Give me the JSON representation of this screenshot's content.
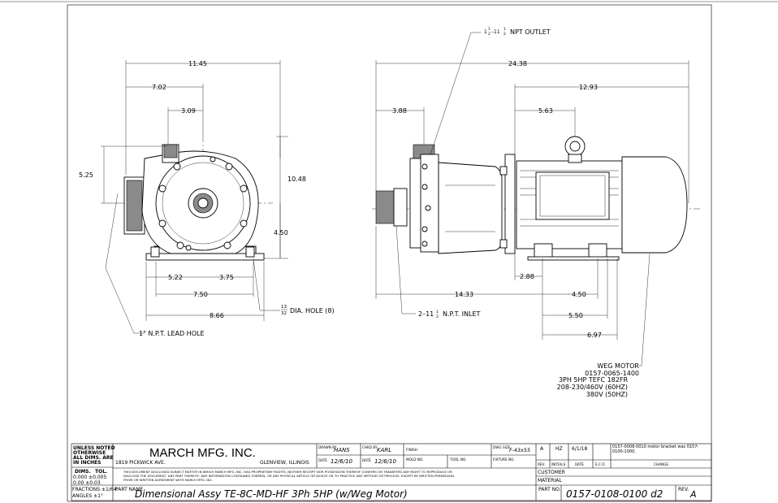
{
  "front_view": {
    "dim_overall_width": "11.45",
    "dim_left_to_center": "7.02",
    "dim_inlet_offset": "3.09",
    "dim_inlet_height": "5.25",
    "dim_overall_height": "10.48",
    "dim_center_height": "4.50",
    "dim_base_left": "5.22",
    "dim_base_right": "3.75",
    "dim_hole_span": "7.50",
    "dim_base_width": "8.66",
    "hole_fraction_num": "13",
    "hole_fraction_den": "32",
    "hole_note": "DIA. HOLE (8)",
    "lead_hole_note": "1\" N.P.T. LEAD HOLE"
  },
  "side_view": {
    "outlet_note_whole": "1",
    "outlet_note_num": "1",
    "outlet_note_den": "2",
    "outlet_note_mid": "–11",
    "outlet_note_num2": "1",
    "outlet_note_den2": "2",
    "outlet_note_tail": "NPT OUTLET",
    "dim_overall_length": "24.38",
    "dim_motor_length": "12.93",
    "dim_inlet_offset": "3.88",
    "dim_flange_offset": "5.63",
    "dim_inlet_to_foot": "14.33",
    "dim_foot_offset": "2.88",
    "dim_foot_span_a": "4.50",
    "dim_foot_span_b": "5.50",
    "dim_foot_span_c": "6.97",
    "inlet_note_prefix": "2–11",
    "inlet_note_num": "1",
    "inlet_note_den": "2",
    "inlet_note_tail": "N.P.T. INLET",
    "motor_notes": [
      "WEG MOTOR",
      "0157-0065-1400",
      "3PH 5HP TEFC 182FR",
      "208-230/460V (60HZ)",
      "380V (50HZ)"
    ]
  },
  "title_block": {
    "tolerance_header": [
      "UNLESS NOTED",
      "OTHERWISE",
      "ALL DIMS. ARE",
      "IN INCHES"
    ],
    "dims_label": "DIMS.",
    "tol_label": "TOL.",
    "tol_rows": [
      "0.000   ±0.005",
      "0.00    ±0.03"
    ],
    "fractions": "FRACTIONS ±1/64",
    "angles": "ANGLES  ±1°",
    "company": "MARCH MFG. INC.",
    "address": "1819 PICKWICK AVE.",
    "city": "GLENVIEW, ILLINOIS",
    "drawn_by_label": "DRAWN BY",
    "drawn_by": "HANS",
    "chkd_by_label": "CHKD BY",
    "chkd_by": "KARL",
    "date_label": "DATE",
    "drawn_date": "12/6/10",
    "chkd_date": "12/6/10",
    "finish_label": "FINISH",
    "mold_label": "MOLD NO.",
    "tool_label": "TOOL NO.",
    "dwg_size_label": "DWG SIZE",
    "dwg_size": "F-43x55",
    "fixture_label": "FIXTURE NO.",
    "proprietary_lines": [
      "THIS DOCUMENT DISCLOSED SUBJECT MATTER IN WHICH MARCH MFG. INC. HAS PROPRIETARY RIGHTS, NEITHER RECEIPT NOR POSSESSION THEREOF CONFERS OR TRANSFERS ANY RIGHT TO REPRODUCE OR",
      "DISCLOSE THE DOCUMENT, ANY PART THEREOF, ANY INFORMATION CONTAINED THEREIN, OR ANY PHYSICAL ARTICLE OR DEVICE OR TO PRACTICE ANY METHOD OR PROCESS, EXCEPT BY WRITTEN PERMISSION",
      "FROM OR WRITTEN AGREEMENT WITH MARCH MFG. INC."
    ],
    "part_name_label": "PART NAME",
    "part_name": "Dimensional Assy TE-8C-MD-HF 3Ph 5HP (w/Weg Motor)",
    "part_no_label": "PART NO.",
    "part_no": "0157-0108-0100 d2",
    "rev_label": "REV.",
    "rev": "A",
    "revision": {
      "rev": "A",
      "by": "HZ",
      "date": "6/1/18",
      "change": "0157-0008-0010 motor bracket was 0157-0100-1000."
    },
    "rev_headers": [
      "REV.",
      "INITIALS",
      "DATE",
      "E.C.O.",
      "CHANGE"
    ],
    "customer_label": "CUSTOMER",
    "material_label": "MATERIAL"
  }
}
